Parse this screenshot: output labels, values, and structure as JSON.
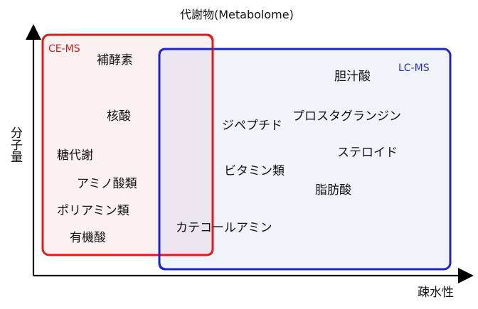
{
  "title": "代謝物(Metabolome)",
  "y_axis_label": "分子量",
  "x_axis_label": "疎水性",
  "regions": {
    "ce_ms": {
      "label": "CE-MS",
      "color": "#e01b1b",
      "fill": "#fbf1f1"
    },
    "lc_ms": {
      "label": "LC-MS",
      "color": "#1f23d6",
      "fill": "#f1f3fb"
    },
    "overlap_fill": "#ebe5ef"
  },
  "ce_compounds": [
    "補酵素",
    "核酸",
    "糖代謝",
    "アミノ酸類",
    "ポリアミン類",
    "有機酸"
  ],
  "lc_compounds": [
    "胆汁酸",
    "プロスタグランジン",
    "ジペプチド",
    "ステロイド",
    "ビタミン類",
    "脂肪酸"
  ],
  "shared_compounds": [
    "カテコールアミン"
  ]
}
